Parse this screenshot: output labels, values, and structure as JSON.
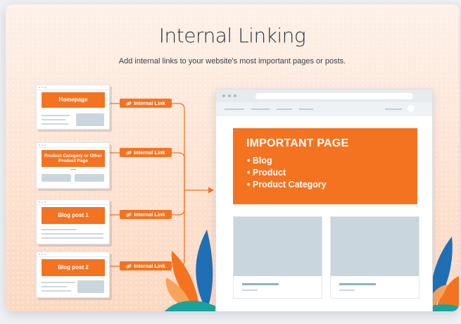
{
  "header": {
    "title": "Internal Linking",
    "subtitle": "Add internal links to your website's most important pages or posts."
  },
  "source_pages": [
    {
      "label": "Homepage"
    },
    {
      "label": "Product Category or Other Product Page"
    },
    {
      "label": "Blog post 1"
    },
    {
      "label": "Blog post 2"
    }
  ],
  "link_tags": [
    {
      "label": "Internal Link"
    },
    {
      "label": "Internal Link"
    },
    {
      "label": "Internal Link"
    },
    {
      "label": "Internal Link"
    }
  ],
  "important_page": {
    "title": "IMPORTANT PAGE",
    "items": [
      "Blog",
      "Product",
      "Product Category"
    ]
  },
  "colors": {
    "accent": "#f47321",
    "background_top": "#fdf1e9",
    "background_bottom": "#fcd8c2",
    "placeholder": "#c9d6dd",
    "leaf_blue": "#1f6fb5",
    "leaf_teal": "#1aa39a"
  },
  "icons": {
    "link": "link-icon"
  }
}
